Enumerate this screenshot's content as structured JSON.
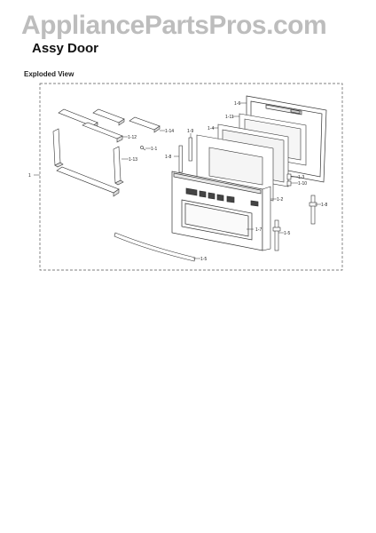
{
  "watermark": "AppliancePartsPros.com",
  "title": "Assy Door",
  "subtitle": "Exploded View",
  "callouts": {
    "main": "1",
    "c1_1": "1-1",
    "c1_2": "1-2",
    "c1_3": "1-3",
    "c1_4": "1-4",
    "c1_5_bot": "1-5",
    "c1_5": "1-5",
    "c1_6": "1-6",
    "c1_7": "1-7",
    "c1_8a": "1-8",
    "c1_8b": "1-8",
    "c1_9": "1-9",
    "c1_10": "1-10",
    "c1_11": "1-11",
    "c1_12": "1-12",
    "c1_13": "1-13",
    "c1_14": "1-14"
  }
}
